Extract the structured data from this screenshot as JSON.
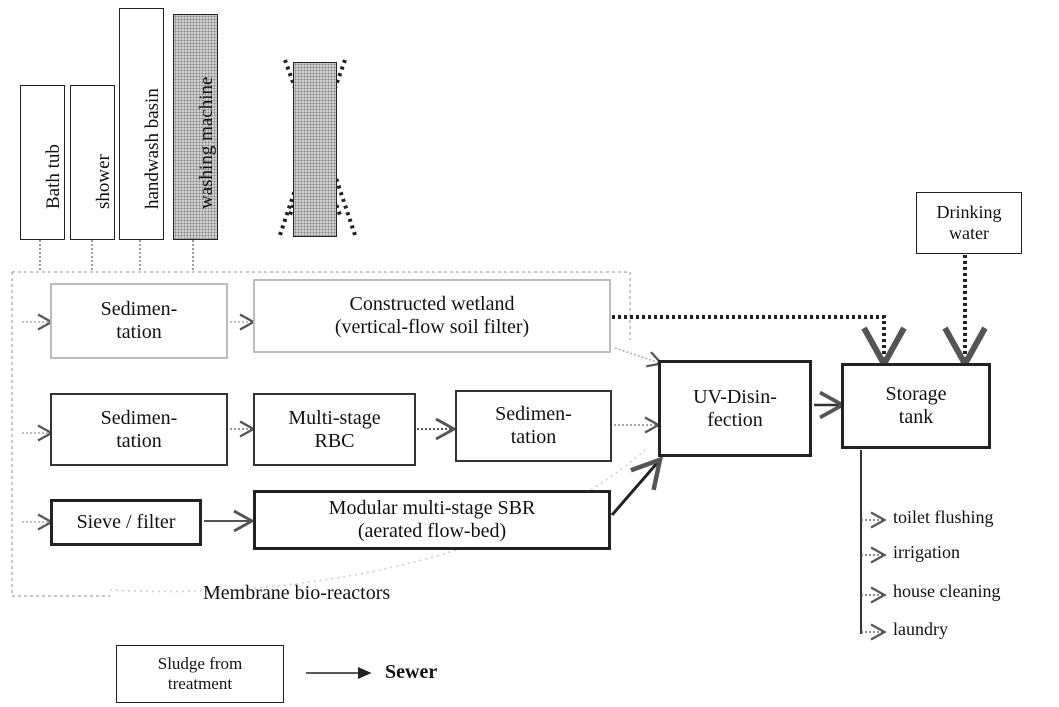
{
  "sources": [
    "Bath tub",
    "shower",
    "handwash basin",
    "washing machine"
  ],
  "boxes": {
    "sedimentation_top": [
      "Sedimen-",
      "tation"
    ],
    "constructed_wetland": [
      "Constructed wetland",
      "(vertical-flow soil filter)"
    ],
    "sedimentation_mid": [
      "Sedimen-",
      "tation"
    ],
    "multistage_rbc": [
      "Multi-stage",
      "RBC"
    ],
    "sedimentation_mid2": [
      "Sedimen-",
      "tation"
    ],
    "sieve_filter": "Sieve / filter",
    "modular_sbr": [
      "Modular multi-stage SBR",
      "(aerated flow-bed)"
    ],
    "uv_disinfection": [
      "UV-Disin-",
      "fection"
    ],
    "storage_tank": [
      "Storage",
      "tank"
    ],
    "drinking_water": [
      "Drinking",
      "water"
    ],
    "sludge": [
      "Sludge from",
      "treatment"
    ]
  },
  "membrane_label": "Membrane bio-reactors",
  "uses": [
    "toilet flushing",
    "irrigation",
    "house cleaning",
    "laundry"
  ],
  "sewer_label": "Sewer",
  "colors": {
    "line": "#222222",
    "light_border": "#bdbdbd",
    "dotted_grey": "#cfcfcf"
  }
}
